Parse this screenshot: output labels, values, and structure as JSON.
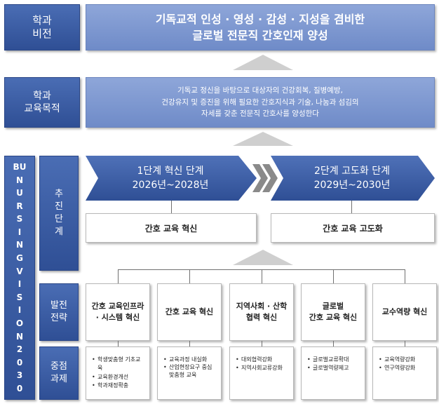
{
  "vision": {
    "label": "학과\n비전",
    "text": "기독교적 인성 · 영성 · 감성 · 지성을 겸비한\n글로벌 전문직 간호인재 양성"
  },
  "purpose": {
    "label": "학과\n교육목적",
    "text": "기독교 정신을 바탕으로 대상자의 건강회복, 질병예방,\n건강유지 및 증진을 위해 필요한 간호지식과 기술, 나눔과 섬김의\n자세를 갖춘 전문직 간호사를 양성한다"
  },
  "side": {
    "letters": [
      "BU",
      "N",
      "U",
      "R",
      "S",
      "I",
      "N",
      "G",
      "V",
      "I",
      "S",
      "I",
      "O",
      "N",
      "2",
      "0",
      "3",
      "0"
    ]
  },
  "stages": {
    "label": "추\n진\n단\n계",
    "items": [
      {
        "title": "1단계 혁신 단계",
        "period": "2026년~2028년",
        "result": "간호 교육 혁신"
      },
      {
        "title": "2단계 고도화 단계",
        "period": "2029년~2030년",
        "result": "간호 교육 고도화"
      }
    ]
  },
  "strategy": {
    "label": "발전\n전략",
    "items": [
      "간호 교육인프라\n· 시스템 혁신",
      "간호 교육 혁신",
      "지역사회 · 산학\n협력 혁신",
      "글로벌\n간호 교육 혁신",
      "교수역량 혁신"
    ]
  },
  "tasks": {
    "label": "중점\n과제",
    "columns": [
      [
        "학생맞춤형 기초교육",
        "교육환경개선",
        "학과재정확충"
      ],
      [
        "교육과정 내실화",
        "산업현장요구 중심\n맞춤형 교육"
      ],
      [
        "대외협력강화",
        "지역사회교류강화"
      ],
      [
        "글로벌교류확대",
        "글로벌역량제고"
      ],
      [
        "교육역량강화",
        "연구역량강화"
      ]
    ]
  },
  "colors": {
    "navy": "#3a5ba6",
    "light_blue": "#7f99d1",
    "arrow_gray": "#c9c9c9"
  }
}
